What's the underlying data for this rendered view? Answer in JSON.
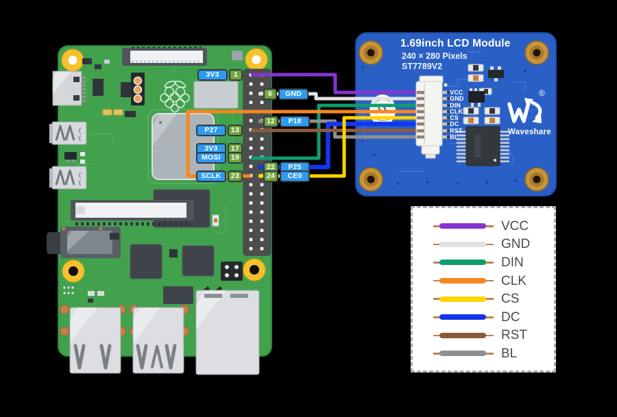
{
  "colors": {
    "background": "#000000",
    "pi_green": "#42A14D",
    "pi_green_dark": "#2E8440",
    "lcd_blue": "#2A60C6",
    "lcd_blue_dark": "#1C4CA8",
    "badge_blue": "#2E9BF0",
    "badge_green": "#70A63C",
    "gpio_gray": "#4D4D4D",
    "mount_yellow": "#F5C12D",
    "screw_gold": "#C9953B",
    "legend_text": "#4B4B4B",
    "lead_tan": "#C08150"
  },
  "pi": {
    "pins_left": [
      {
        "label": "3V3",
        "num": "1"
      },
      {
        "label": "P27",
        "num": "13"
      },
      {
        "label": "3V3",
        "num": "17"
      },
      {
        "label": "MOSI",
        "num": "19"
      },
      {
        "label": "SCLK",
        "num": "23"
      }
    ],
    "pins_right": [
      {
        "num": "6",
        "label": "GND"
      },
      {
        "num": "12",
        "label": "P18"
      },
      {
        "num": "22",
        "label": "P25"
      },
      {
        "num": "24",
        "label": "CE0"
      }
    ]
  },
  "lcd": {
    "title": "1.69inch LCD Module",
    "resolution": "240 × 280 Pixels",
    "controller": "ST7789V2",
    "brand": "Waveshare",
    "reg": "®",
    "pins": [
      "VCC",
      "GND",
      "DIN",
      "CLK",
      "CS",
      "DC",
      "RST",
      "BL"
    ]
  },
  "legend": {
    "items": [
      {
        "label": "VCC",
        "color": "#8733D1"
      },
      {
        "label": "GND",
        "color": "#E2E2E2"
      },
      {
        "label": "DIN",
        "color": "#0F9D70"
      },
      {
        "label": "CLK",
        "color": "#F6861F"
      },
      {
        "label": "CS",
        "color": "#FFD400"
      },
      {
        "label": "DC",
        "color": "#1435EE"
      },
      {
        "label": "RST",
        "color": "#8B5A3C"
      },
      {
        "label": "BL",
        "color": "#8F8F8F"
      }
    ]
  }
}
